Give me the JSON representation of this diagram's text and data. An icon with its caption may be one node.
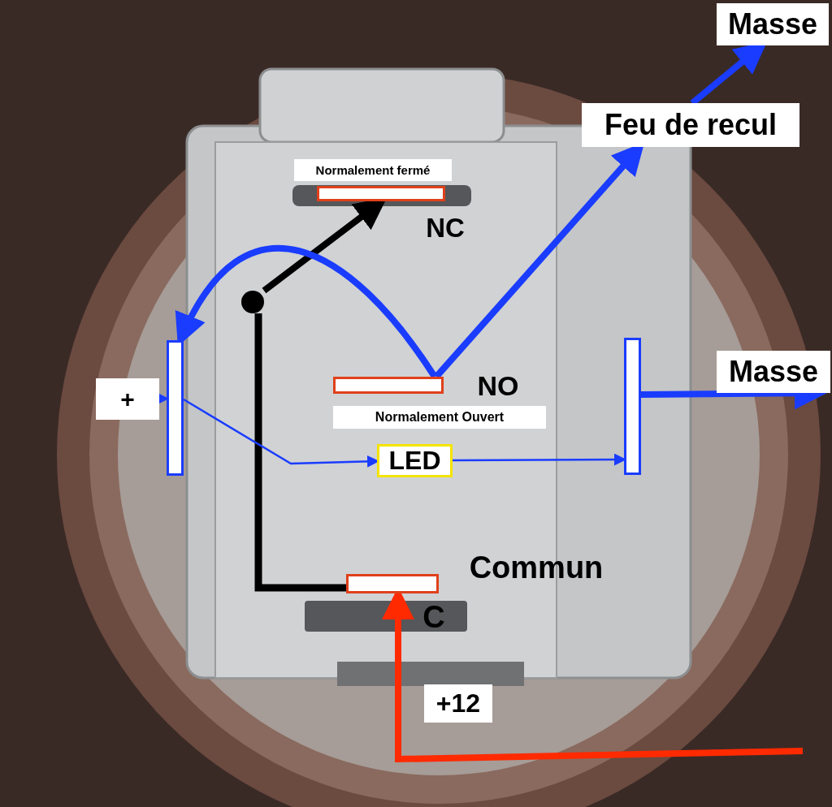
{
  "diagram": {
    "nodes": [
      {
        "text": [
          "Masse"
        ]
      },
      {
        "text": [
          "Feu de recul"
        ]
      },
      {
        "text": [],
        "shape": "bar",
        "beside": [
          "Normalement fermé",
          "NC"
        ]
      },
      {
        "text": [],
        "shape": "circle"
      },
      {
        "text": [],
        "shape": "bar"
      },
      {
        "text": [],
        "shape": "bar",
        "beside": [
          "NO",
          "Normalement Ouvert"
        ]
      },
      {
        "text": [],
        "shape": "bar"
      },
      {
        "text": [
          "Masse"
        ]
      },
      {
        "text": [
          "+"
        ]
      },
      {
        "text": [
          "LED"
        ]
      },
      {
        "text": [],
        "shape": "bar",
        "beside": [
          "Commun",
          "C"
        ]
      },
      {
        "text": [
          "+12"
        ]
      }
    ],
    "edges": [
      {
        "from": 10,
        "to": 3,
        "arrow": "none",
        "color": "#000000"
      },
      {
        "from": 3,
        "to": 2,
        "arrow": "to",
        "color": "#000000"
      },
      {
        "from": 5,
        "to": 4,
        "arrow": "to"
      },
      {
        "from": 5,
        "to": 1,
        "arrow": "to"
      },
      {
        "from": 1,
        "to": 0,
        "arrow": "to"
      },
      {
        "from": 8,
        "to": 4,
        "arrow": "to"
      },
      {
        "from": 4,
        "to": 9,
        "arrow": "to"
      },
      {
        "from": 9,
        "to": 6,
        "arrow": "to"
      },
      {
        "from": 6,
        "to": 7,
        "arrow": "to"
      },
      {
        "from": null,
        "to": 10,
        "arrow": "to",
        "color": "#ff2a00"
      }
    ]
  }
}
